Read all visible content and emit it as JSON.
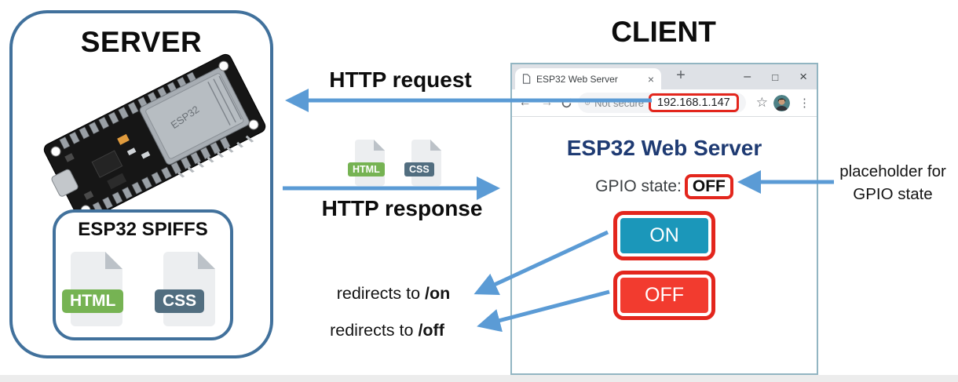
{
  "server": {
    "title": "SERVER",
    "spiffs": {
      "title": "ESP32 SPIFFS",
      "files": [
        {
          "label": "HTML"
        },
        {
          "label": "CSS"
        }
      ]
    }
  },
  "client_title": "CLIENT",
  "flow": {
    "request_label": "HTTP request",
    "response_label": "HTTP response",
    "files": [
      {
        "label": "HTML"
      },
      {
        "label": "CSS"
      }
    ]
  },
  "browser": {
    "tab_title": "ESP32 Web Server",
    "chrome": {
      "tab_close": "×",
      "new_tab": "+",
      "minimize": "–",
      "maximize": "□",
      "close": "×",
      "back": "←",
      "forward": "→",
      "not_secure": "Not secure",
      "url": "192.168.1.147",
      "star": "☆",
      "menu": "⋮"
    },
    "page": {
      "heading": "ESP32 Web Server",
      "gpio_label": "GPIO state:",
      "gpio_value": "OFF",
      "on_button": "ON",
      "off_button": "OFF"
    }
  },
  "annotations": {
    "redirect_on": {
      "prefix": "redirects to ",
      "path": "/on"
    },
    "redirect_off": {
      "prefix": "redirects to ",
      "path": "/off"
    },
    "placeholder_line1": "placeholder for",
    "placeholder_line2": "GPIO state"
  },
  "colors": {
    "box_border": "#41719c",
    "arrow": "#5b9bd5",
    "highlight_red": "#e3261d",
    "on_button_bg": "#1b97ba",
    "off_button_bg": "#f23b2f",
    "heading_blue": "#1f3b73",
    "html_badge": "#76b353",
    "css_badge": "#526e80"
  }
}
